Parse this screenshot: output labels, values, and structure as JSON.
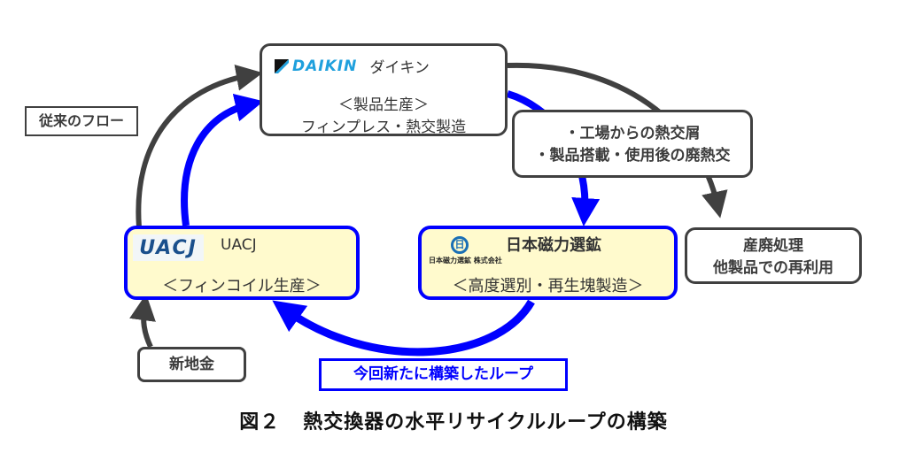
{
  "colors": {
    "legacy_flow": "#404040",
    "new_loop": "#0000ff",
    "company_box_fill": "#fffacd",
    "daikin_blue": "#1fa0dd"
  },
  "daikin": {
    "logo_icon": "daikin-logo-icon",
    "logo_text": "DAIKIN",
    "name": "ダイキン",
    "process": "＜製品生産＞",
    "detail": "フィンプレス・熱交製造"
  },
  "waste_source": {
    "line1": "・工場からの熱交屑",
    "line2": "・製品搭載・使用後の廃熱交"
  },
  "disposal": {
    "line1": "産廃処理",
    "line2": "他製品での再利用"
  },
  "nippon_jiryoku": {
    "logo_icon": "nippon-jiryoku-logo-icon",
    "logo_glyph": "日",
    "logo_subtext": "日本磁力選鉱 株式会社",
    "name": "日本磁力選鉱",
    "process": "＜高度選別・再生塊製造＞"
  },
  "uacj": {
    "logo_icon": "uacj-logo-icon",
    "logo_text": "UACJ",
    "name": "UACJ",
    "process": "＜フィンコイル生産＞"
  },
  "labels": {
    "legacy_flow": "従来のフロー",
    "new_metal": "新地金",
    "new_loop": "今回新たに構築したループ"
  },
  "caption": {
    "number": "図２",
    "title": "熱交換器の水平リサイクルループの構築"
  }
}
